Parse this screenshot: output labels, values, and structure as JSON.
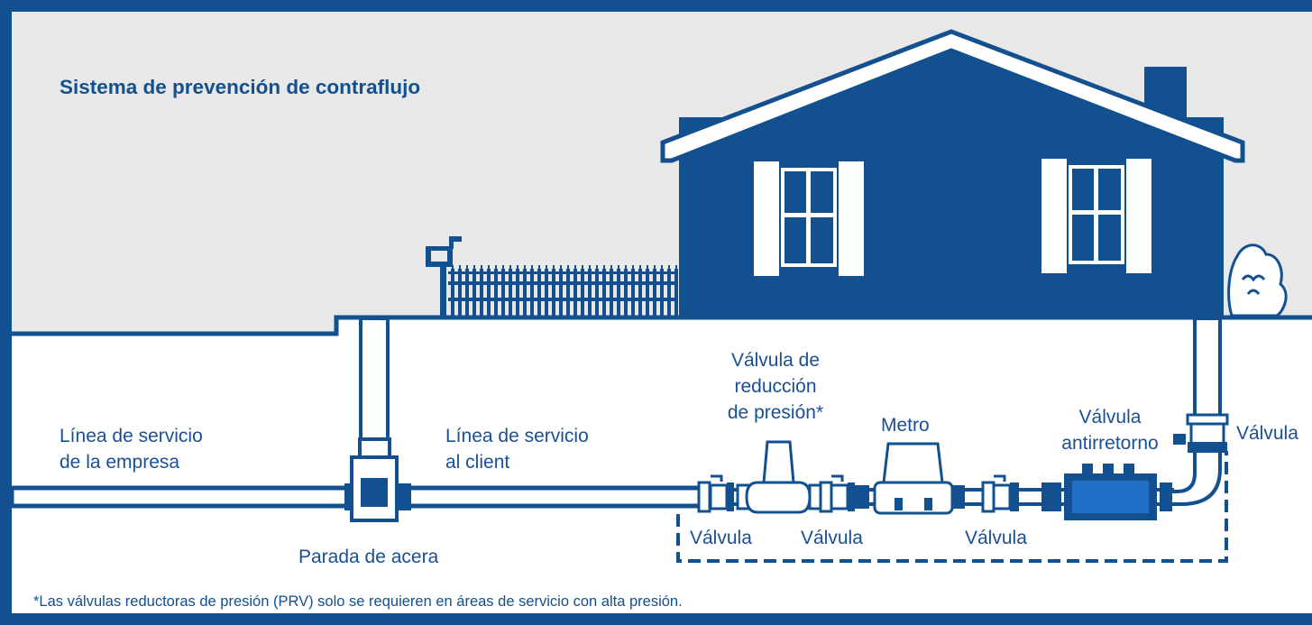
{
  "title": "Sistema de prevención de contraflujo",
  "footnote": "*Las válvulas reductoras de presión (PRV) solo se requieren en áreas de servicio con alta presión.",
  "labels": {
    "company_line_1": "Línea de servicio",
    "company_line_2": "de la empresa",
    "client_line_1": "Línea de servicio",
    "client_line_2": "al client",
    "curb_stop": "Parada de acera",
    "prv_1": "Válvula de",
    "prv_2": "reducción",
    "prv_3": "de presión*",
    "meter": "Metro",
    "backflow_1": "Válvula",
    "backflow_2": "antirretorno",
    "valve_right": "Válvula",
    "valve_1": "Válvula",
    "valve_2": "Válvula",
    "valve_3": "Válvula"
  },
  "colors": {
    "navy": "#12508f",
    "sky": "#e8e8e9",
    "ground": "#ffffff",
    "backflow_body": "#1f6fc7"
  }
}
